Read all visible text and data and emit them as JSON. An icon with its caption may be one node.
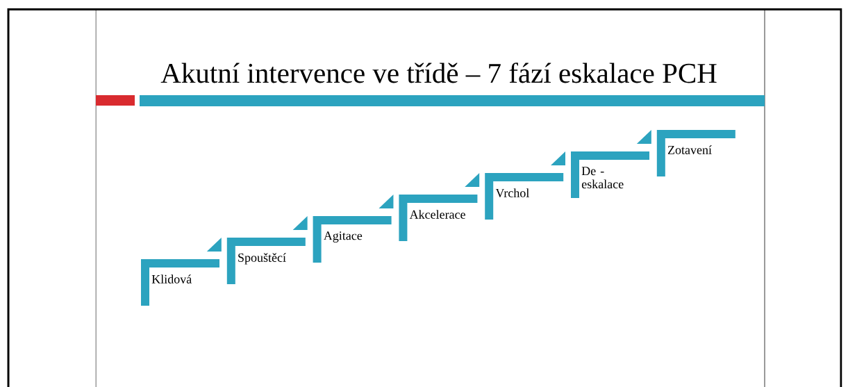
{
  "diagram": {
    "title": "Akutní intervence ve třídě – 7 fází eskalace PCH",
    "nodes": [
      {
        "text": [
          "Klidová"
        ]
      },
      {
        "text": [
          "Spouštěcí"
        ]
      },
      {
        "text": [
          "Agitace"
        ]
      },
      {
        "text": [
          "Akcelerace"
        ]
      },
      {
        "text": [
          "Vrchol"
        ]
      },
      {
        "text": [
          "De - eskalace"
        ]
      },
      {
        "text": [
          "Zotavení"
        ]
      }
    ]
  }
}
